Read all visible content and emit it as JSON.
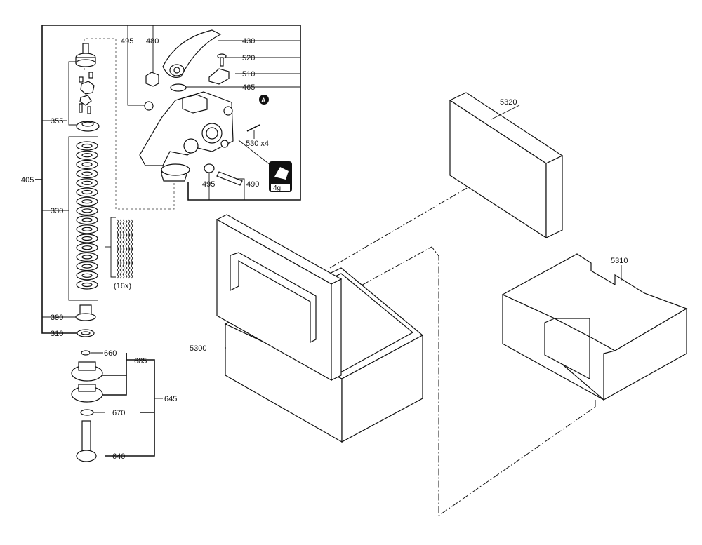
{
  "labels": {
    "l495a": "495",
    "l480": "480",
    "l430": "430",
    "l520": "520",
    "l510": "510",
    "l465": "465",
    "l5320": "5320",
    "l530": "530 x4",
    "l405": "405",
    "l355": "355",
    "l495b": "495",
    "l490": "490",
    "l4g": "4g",
    "l330": "330",
    "l16x": "(16x)",
    "l5310": "5310",
    "l5300": "5300",
    "l390": "390",
    "l310": "310",
    "l660": "660",
    "l685": "685",
    "l645": "645",
    "l670": "670",
    "l640": "640",
    "marker_a": "A"
  }
}
